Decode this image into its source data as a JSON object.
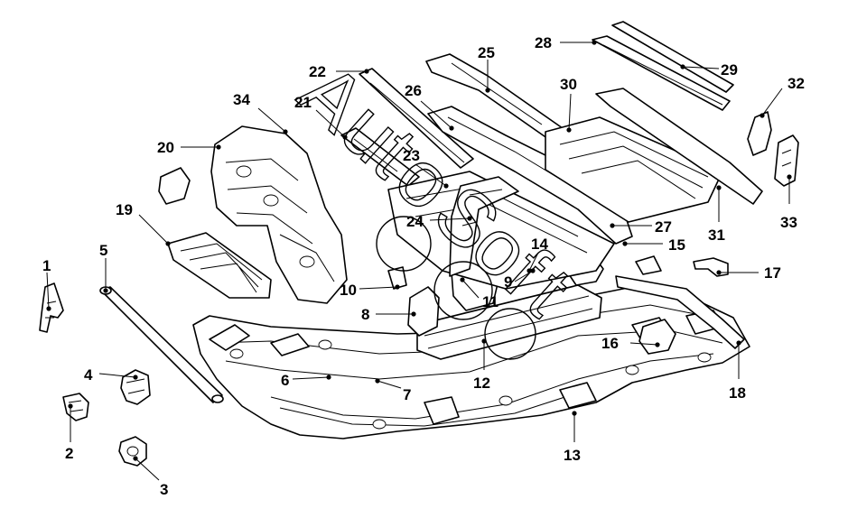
{
  "callouts": [
    {
      "id": "1",
      "label": "1"
    },
    {
      "id": "2",
      "label": "2"
    },
    {
      "id": "3",
      "label": "3"
    },
    {
      "id": "4",
      "label": "4"
    },
    {
      "id": "5",
      "label": "5"
    },
    {
      "id": "6",
      "label": "6"
    },
    {
      "id": "7",
      "label": "7"
    },
    {
      "id": "8",
      "label": "8"
    },
    {
      "id": "9",
      "label": "9"
    },
    {
      "id": "10",
      "label": "10"
    },
    {
      "id": "11",
      "label": "11"
    },
    {
      "id": "12",
      "label": "12"
    },
    {
      "id": "13",
      "label": "13"
    },
    {
      "id": "14",
      "label": "14"
    },
    {
      "id": "15",
      "label": "15"
    },
    {
      "id": "16",
      "label": "16"
    },
    {
      "id": "17",
      "label": "17"
    },
    {
      "id": "18",
      "label": "18"
    },
    {
      "id": "19",
      "label": "19"
    },
    {
      "id": "20",
      "label": "20"
    },
    {
      "id": "21",
      "label": "21"
    },
    {
      "id": "22",
      "label": "22"
    },
    {
      "id": "23",
      "label": "23"
    },
    {
      "id": "24",
      "label": "24"
    },
    {
      "id": "25",
      "label": "25"
    },
    {
      "id": "26",
      "label": "26"
    },
    {
      "id": "27",
      "label": "27"
    },
    {
      "id": "28",
      "label": "28"
    },
    {
      "id": "29",
      "label": "29"
    },
    {
      "id": "30",
      "label": "30"
    },
    {
      "id": "31",
      "label": "31"
    },
    {
      "id": "32",
      "label": "32"
    },
    {
      "id": "33",
      "label": "33"
    },
    {
      "id": "34",
      "label": "34"
    }
  ],
  "watermark": {
    "letters": [
      "A",
      "u",
      "t",
      "o",
      "S",
      "o",
      "f",
      "t"
    ]
  }
}
